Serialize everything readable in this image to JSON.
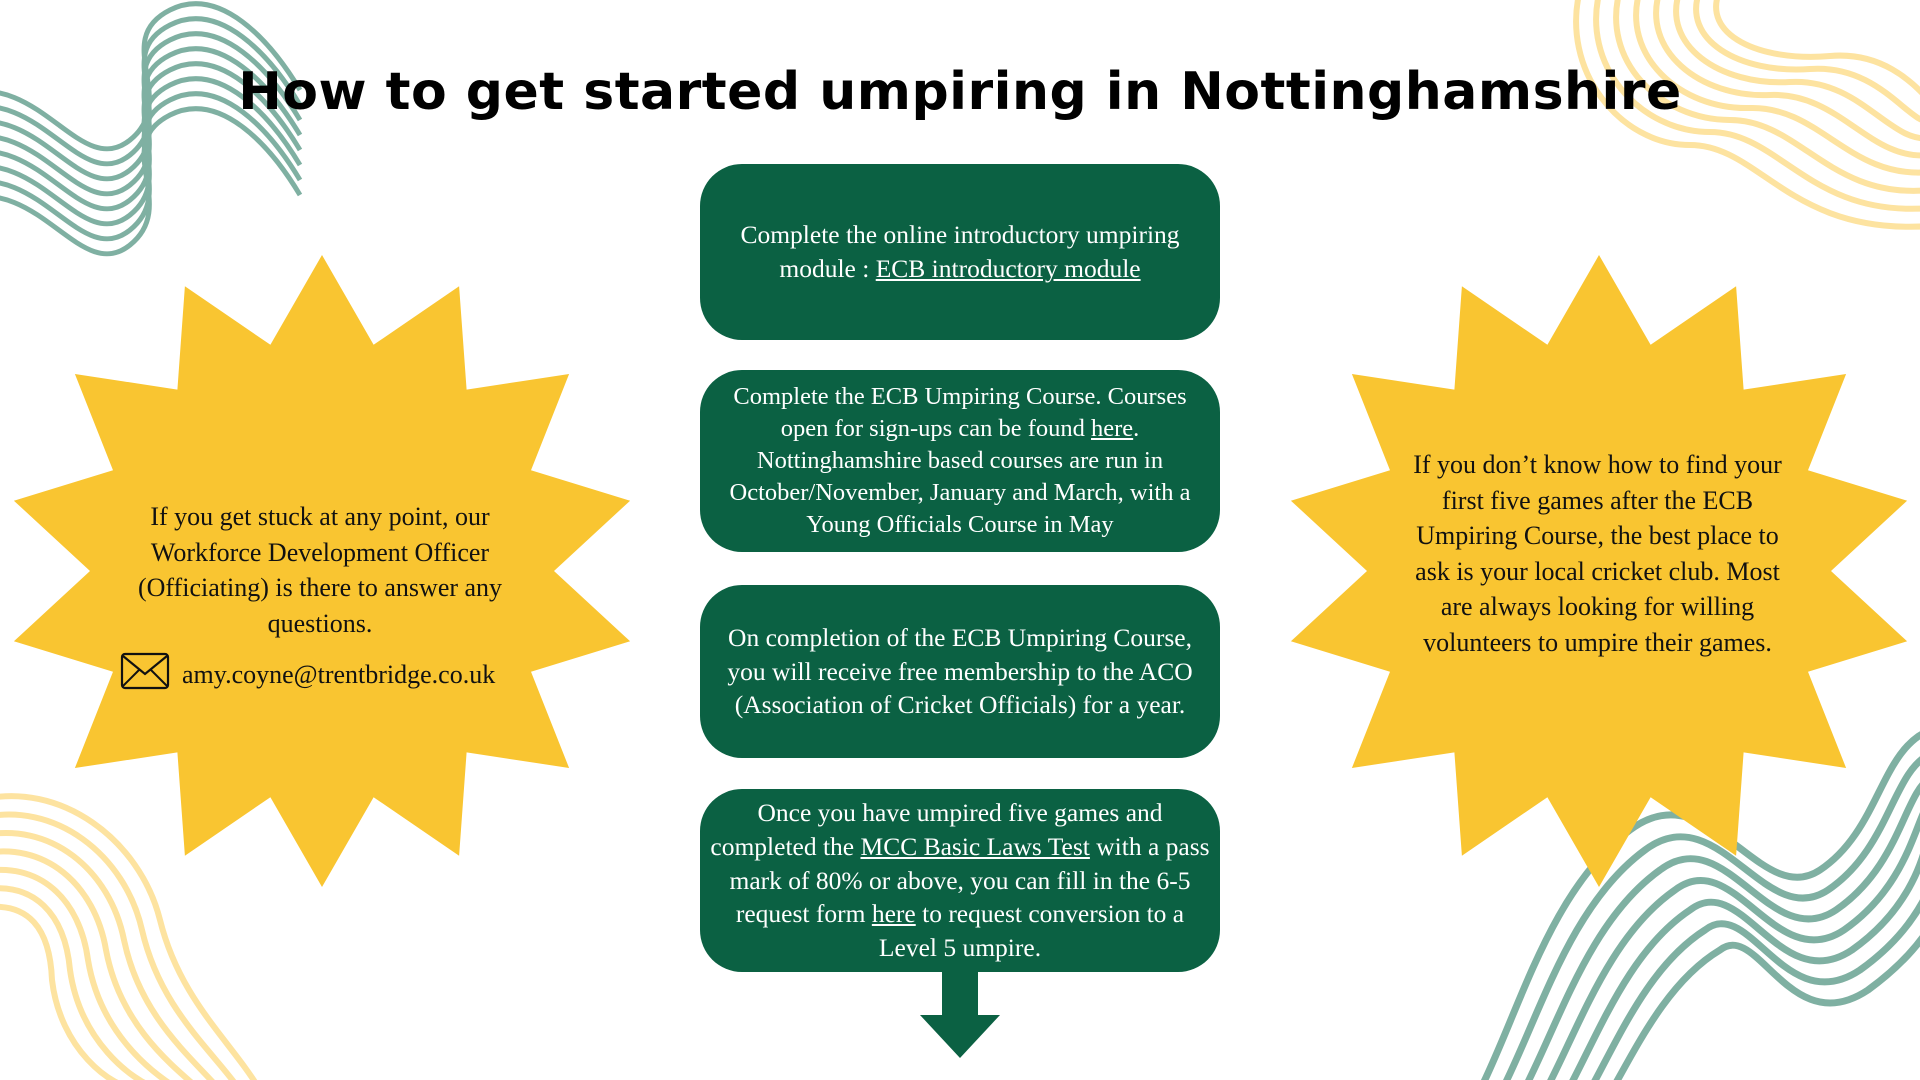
{
  "page": {
    "title": "How to get started umpiring in Nottinghamshire"
  },
  "colors": {
    "step_green": "#0b6143",
    "star_yellow": "#f9c531",
    "wave_teal": "#7fb0a2",
    "wave_cream": "#fde3a0"
  },
  "steps": [
    {
      "text_before": "Complete the online introductory umpiring module : ",
      "link_text": "ECB introductory module",
      "text_after": ""
    },
    {
      "text_before": "Complete the ECB Umpiring Course. Courses open for sign-ups can be found ",
      "link_text": "here",
      "text_after": ". Nottinghamshire based courses are run in October/November, January and March, with a Young Officials Course in May"
    },
    {
      "text": "On completion of the ECB Umpiring Course, you will receive free membership to the ACO (Association of Cricket Officials) for a year."
    },
    {
      "text_1": "Once you have umpired five games and completed the ",
      "link_1": "MCC Basic Laws Test",
      "text_2": " with a pass mark of 80% or above, you can fill in the 6-5 request form ",
      "link_2": "here",
      "text_3": " to request conversion to a Level 5 umpire."
    }
  ],
  "left_star": {
    "text": "If you get stuck at any point, our Workforce Development Officer (Officiating) is there to answer any questions.",
    "email": "amy.coyne@trentbridge.co.uk",
    "icon": "envelope-icon"
  },
  "right_star": {
    "text": "If you don’t know how to find your first five games after the ECB Umpiring Course, the best place to ask is your local cricket club. Most are always looking for willing volunteers to umpire their games."
  },
  "icons": {
    "mail": "envelope-icon",
    "arrow": "arrow-down-icon"
  }
}
